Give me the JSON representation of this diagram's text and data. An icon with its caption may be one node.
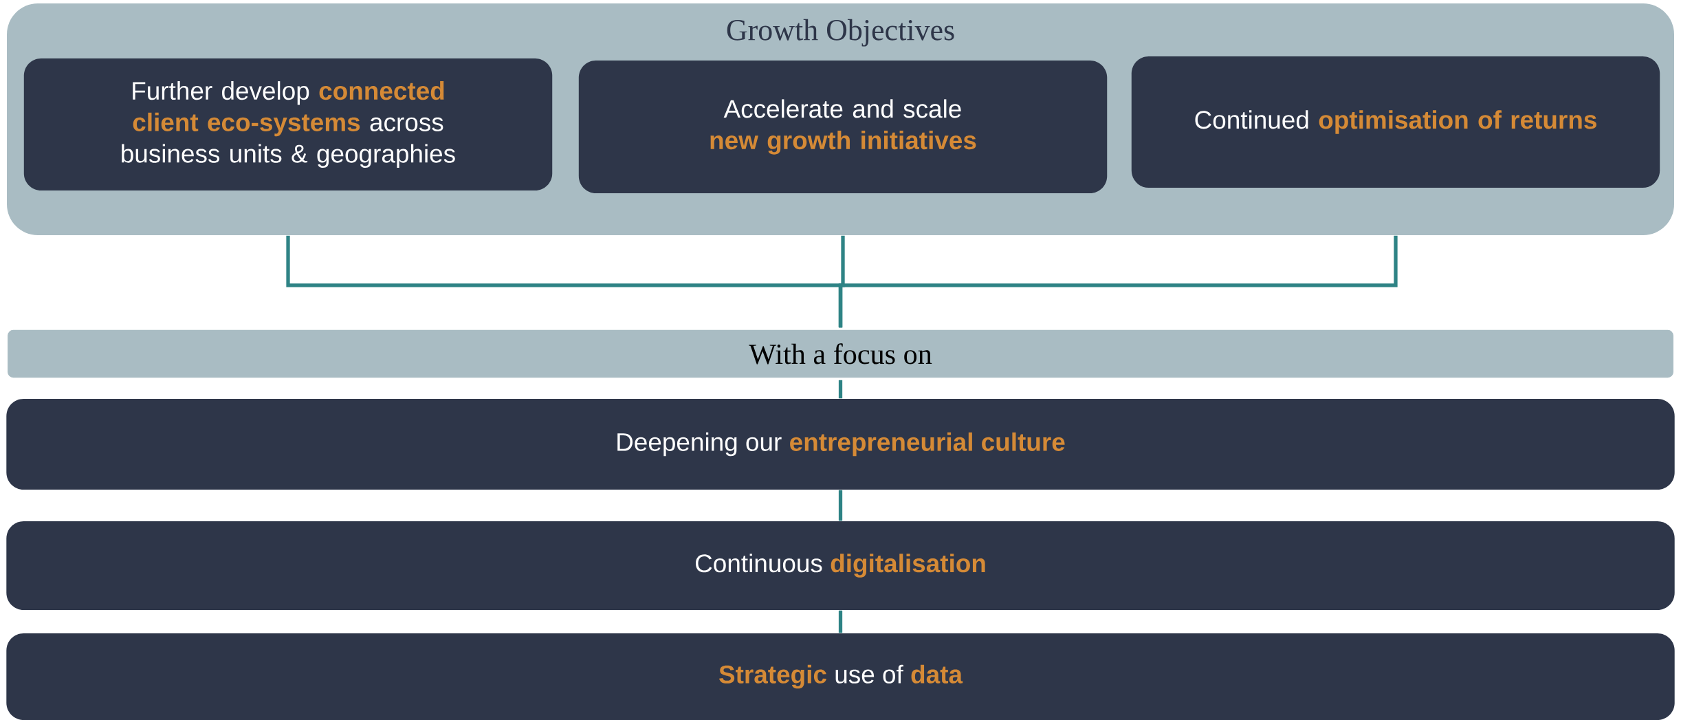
{
  "diagram": {
    "nodes": [
      {
        "text": [
          "Growth Objectives"
        ]
      },
      {
        "text": [
          "Further develop **connected client eco-systems** across business units & geographies"
        ],
        "in": 0
      },
      {
        "text": [
          "Accelerate and scale **new growth initiatives**"
        ],
        "in": 0
      },
      {
        "text": [
          "Continued **optimisation of returns**"
        ],
        "in": 0
      },
      {
        "text": [
          "With a focus on"
        ]
      },
      {
        "text": [
          "Deepening our **entrepreneurial culture**"
        ]
      },
      {
        "text": [
          "Continuous **digitalisation**"
        ]
      },
      {
        "text": [
          "**Strategic** use of **data**"
        ]
      }
    ],
    "edges": [
      {
        "from": 1,
        "to": 4,
        "arrow": "none"
      },
      {
        "from": 2,
        "to": 4,
        "arrow": "none"
      },
      {
        "from": 3,
        "to": 4,
        "arrow": "none"
      },
      {
        "from": 4,
        "to": 5,
        "arrow": "none"
      },
      {
        "from": 5,
        "to": 6,
        "arrow": "none"
      },
      {
        "from": 6,
        "to": 7,
        "arrow": "none"
      }
    ]
  }
}
